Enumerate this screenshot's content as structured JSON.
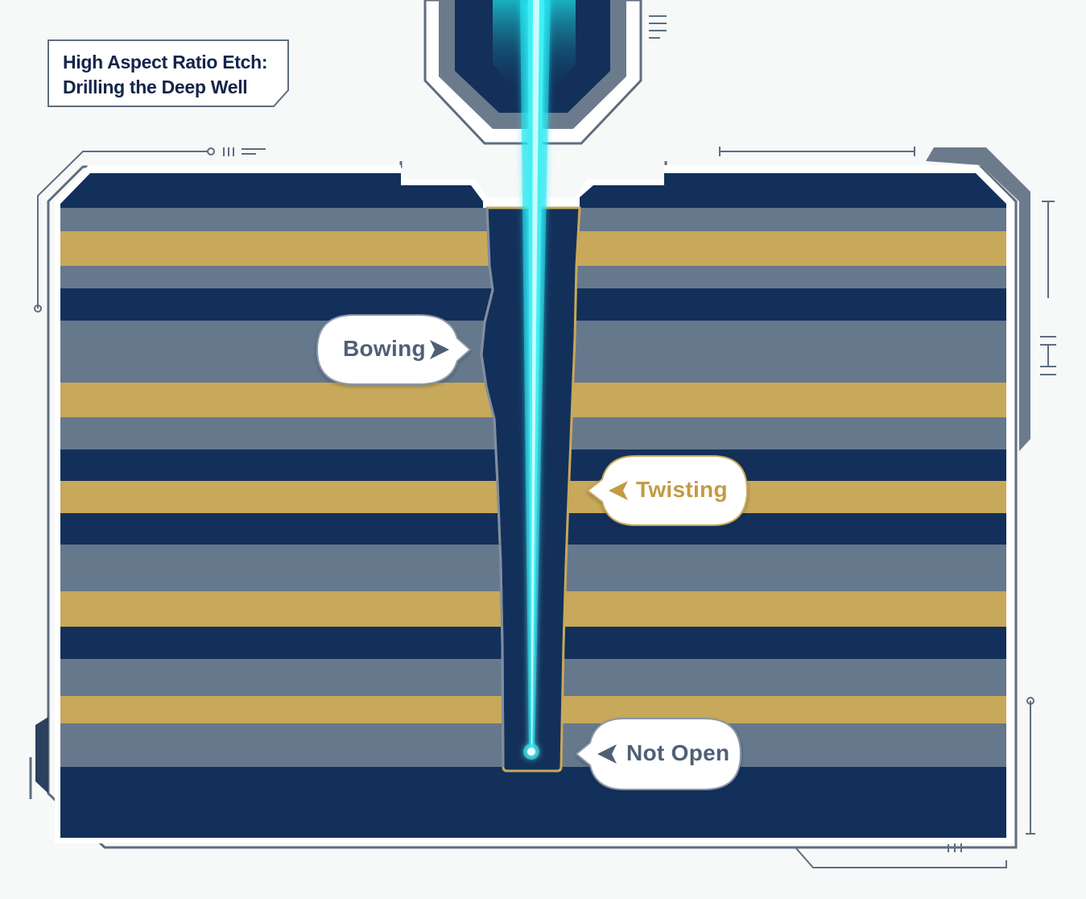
{
  "title": {
    "line1": "High Aspect Ratio Etch:",
    "line2": "Drilling the Deep Well"
  },
  "callouts": {
    "bowing": {
      "label": "Bowing",
      "color": "#4f6076"
    },
    "twisting": {
      "label": "Twisting",
      "color": "#c39a45"
    },
    "not_open": {
      "label": "Not Open",
      "color": "#4f6076"
    }
  },
  "colors": {
    "navy": "#12305a",
    "gray": "#66788c",
    "gold": "#c8a85a",
    "beam": "#22e6f0",
    "frame": "#5f6d7e"
  },
  "layers": [
    "navy",
    "gray",
    "gold",
    "gray",
    "navy",
    "gray",
    "gold",
    "gray",
    "navy",
    "gold",
    "navy",
    "gray",
    "gold",
    "navy",
    "gray",
    "gold",
    "gray",
    "navy"
  ]
}
